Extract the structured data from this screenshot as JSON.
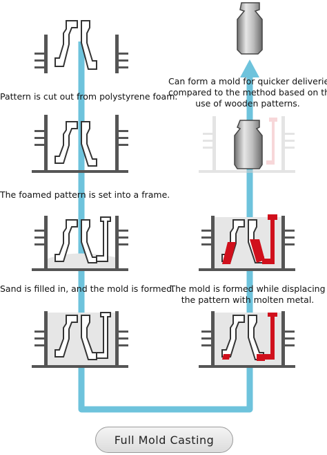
{
  "title": "Full Mold Casting",
  "steps": [
    {
      "caption": "Pattern is cut out from polystyrene foam."
    },
    {
      "caption": "The foamed pattern is set into a frame."
    },
    {
      "caption": "Sand is filled in, and the mold is formed."
    },
    {
      "caption_line1": "The mold is formed while displacing",
      "caption_line2": "the pattern with molten metal."
    },
    {
      "caption_line1": "Can form a mold for quicker deliveries",
      "caption_line2": "compared to the method based on the",
      "caption_line3": "use of wooden patterns."
    }
  ],
  "colors": {
    "flow_arrow": "#6ec3dc",
    "molten_metal": "#d0101c",
    "frame": "#555555",
    "sand": "#e6e6e6",
    "casting": "#8a8a8a"
  }
}
